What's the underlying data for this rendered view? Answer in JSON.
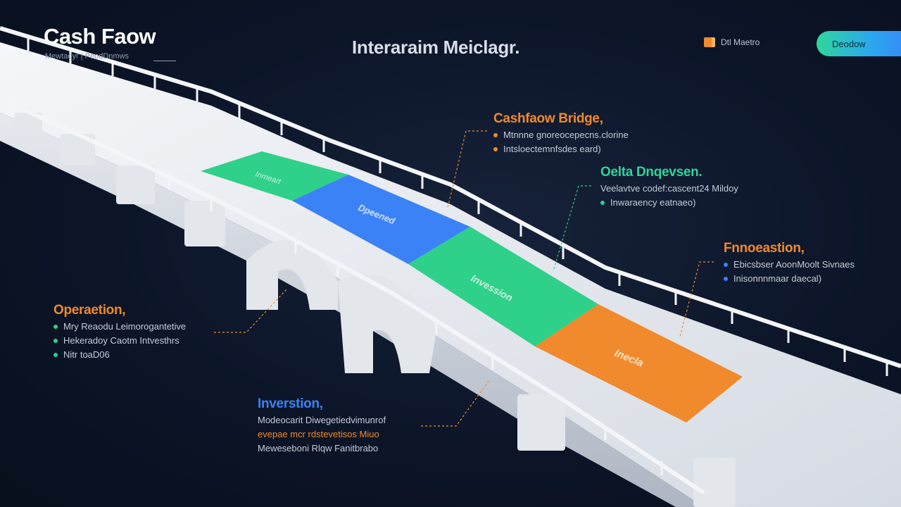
{
  "header": {
    "brand_title": "Cash Faow",
    "brand_subtitle": "Mewtaoyr | PeodDnmws",
    "page_title": "Interaraim Meiclagr.",
    "top_link_label": "Dtl Maetro",
    "top_button_label": "Deodow"
  },
  "callouts": {
    "cashflow_bridge": {
      "title": "Cashfaow Bridge,",
      "lines": [
        "Mtnnne gnoreocepecns.clorine",
        "Intsloectemnfsdes eard)"
      ],
      "color": "#f08a2c"
    },
    "delta": {
      "title": "Oelta Dnqevsen.",
      "lines": [
        "Veelavtve codef:cascent24 Mildoy",
        "Inwaraency eatnaeo)"
      ],
      "color": "#34d399"
    },
    "financing": {
      "title": "Fnnoeastion,",
      "lines": [
        "Ebicsbser AoonMoolt Sivnaes",
        "Inisonnnmaar daecal)"
      ],
      "color": "#f08a2c",
      "dot_color": "#3b82f6"
    },
    "operation": {
      "title": "Operaetion,",
      "lines": [
        "Mry Reaodu Leimorogantetive",
        "Hekeradoy Caotm Intvesthrs",
        "Nitr toaD06"
      ],
      "color": "#f08a2c"
    },
    "investion": {
      "title": "Inverstion,",
      "lines": [
        "Modeocarit Diwegetiedvimunrof",
        "evepae mcr rdstevetisos Miuo",
        "Meweseboni Rlqw Fanitbrabo"
      ],
      "color": "#3b82f6"
    }
  },
  "deck_segments": {
    "green_label": "Inmeart",
    "blue_label": "Dpeened",
    "green2_label": "Invession",
    "orange_label": "Inecla"
  },
  "colors": {
    "green": "#2fd089",
    "blue": "#3b82f6",
    "orange": "#f08a2c",
    "bridge": "#eceff3"
  }
}
